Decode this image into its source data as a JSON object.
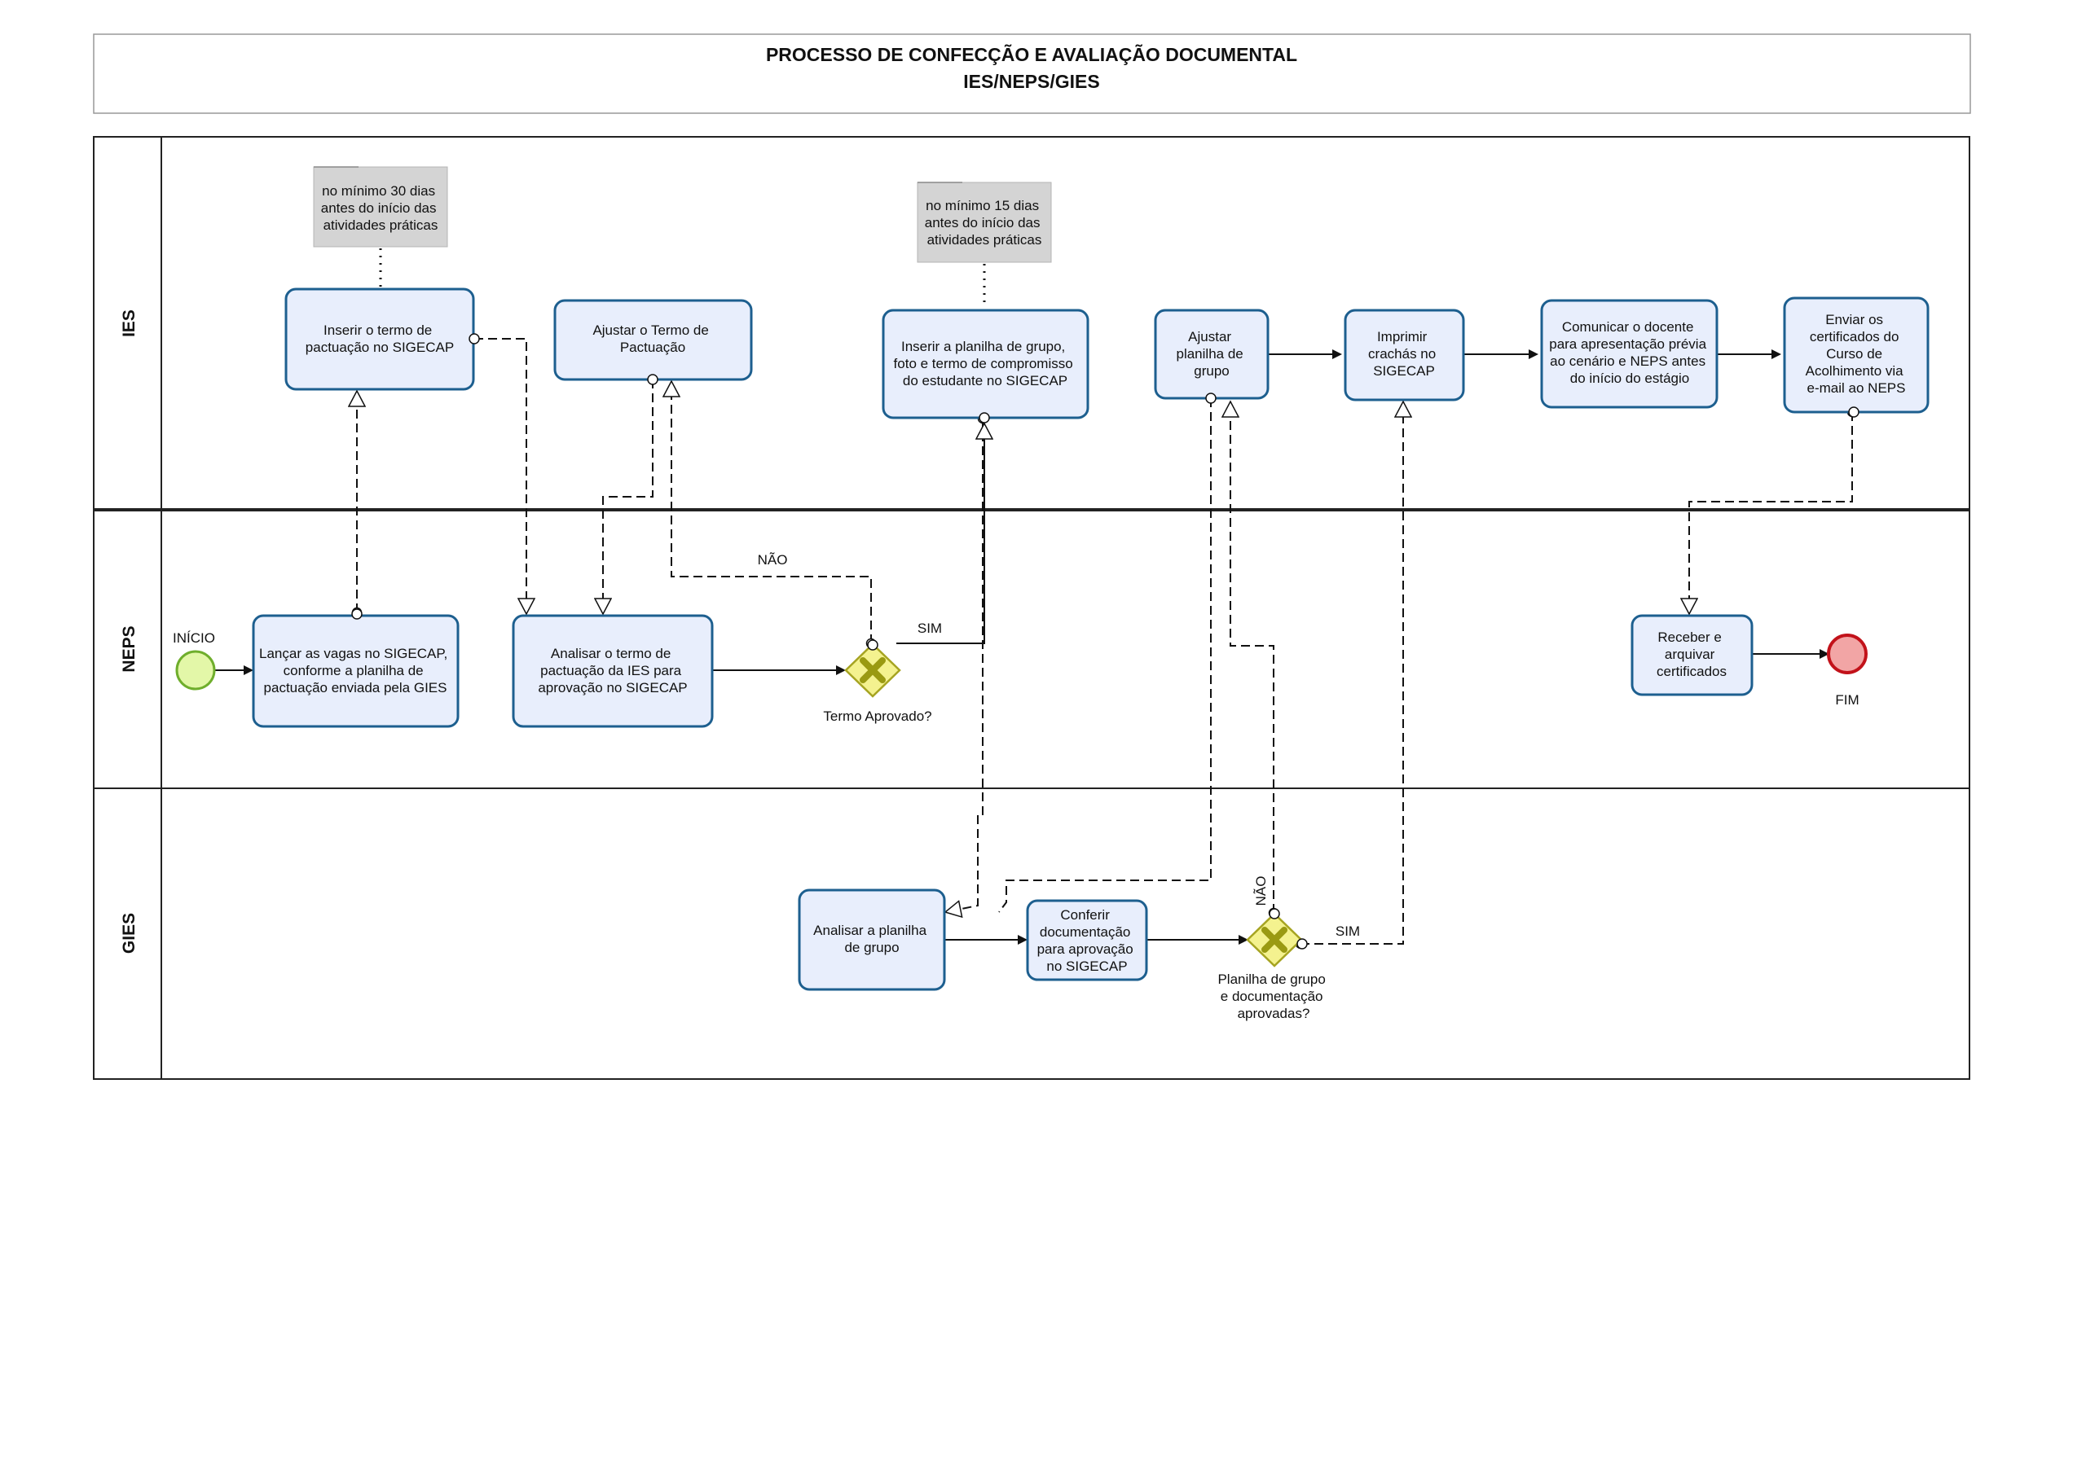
{
  "header": {
    "title_line1": "PROCESSO DE CONFECÇÃO E AVALIAÇÃO DOCUMENTAL",
    "title_line2": "IES/NEPS/GIES"
  },
  "lanes": [
    {
      "id": "ies",
      "label": "IES"
    },
    {
      "id": "neps",
      "label": "NEPS"
    },
    {
      "id": "gies",
      "label": "GIES"
    }
  ],
  "notes": {
    "note_30": [
      "no mínimo 30 dias",
      "antes do início das",
      "atividades práticas"
    ],
    "note_15": [
      "no mínimo 15 dias",
      "antes do início das",
      "atividades práticas"
    ]
  },
  "tasks": {
    "inserir_termo": [
      "Inserir o termo de",
      "pactuação no SIGECAP"
    ],
    "ajustar_termo": [
      "Ajustar o Termo de",
      "Pactuação"
    ],
    "inserir_planilha": [
      "Inserir a planilha de grupo,",
      "foto e termo de compromisso",
      "do estudante no SIGECAP"
    ],
    "ajustar_planilha": [
      "Ajustar",
      "planilha de",
      "grupo"
    ],
    "imprimir_crachas": [
      "Imprimir",
      "crachás no",
      "SIGECAP"
    ],
    "comunicar_docente": [
      "Comunicar o docente",
      "para apresentação prévia",
      "ao cenário e NEPS antes",
      "do início do estágio"
    ],
    "enviar_certificados": [
      "Enviar os",
      "certificados do",
      "Curso de",
      "Acolhimento via",
      "e-mail ao NEPS"
    ],
    "lancar_vagas": [
      "Lançar as vagas no SIGECAP,",
      "conforme a planilha de",
      "pactuação enviada pela GIES"
    ],
    "analisar_termo": [
      "Analisar o termo de",
      "pactuação da IES para",
      "aprovação no SIGECAP"
    ],
    "receber_certificados": [
      "Receber e",
      "arquivar",
      "certificados"
    ],
    "analisar_planilha": [
      "Analisar a planilha",
      "de grupo"
    ],
    "conferir_documentacao": [
      "Conferir",
      "documentação",
      "para aprovação",
      "no SIGECAP"
    ]
  },
  "gateways": {
    "termo_aprovado": [
      "Termo Aprovado?"
    ],
    "planilha_aprovada": [
      "Planilha de grupo",
      "e documentação",
      "aprovadas?"
    ]
  },
  "events": {
    "start": "INÍCIO",
    "end": "FIM"
  },
  "flow_labels": {
    "nao_termo": "NÃO",
    "sim_termo": "SIM",
    "nao_planilha": "NÃO",
    "sim_planilha": "SIM"
  },
  "colors": {
    "task_fill": "#e8eefc",
    "task_stroke": "#1d5f8f",
    "start_fill": "#e3f7a8",
    "start_stroke": "#6fae2c",
    "end_fill": "#f2a5a5",
    "end_stroke": "#c2121a",
    "gateway_fill": "#f4f28f",
    "gateway_stroke": "#a6a421",
    "gateway_mark": "#9a9a12",
    "note_fill": "#d4d4d4"
  }
}
